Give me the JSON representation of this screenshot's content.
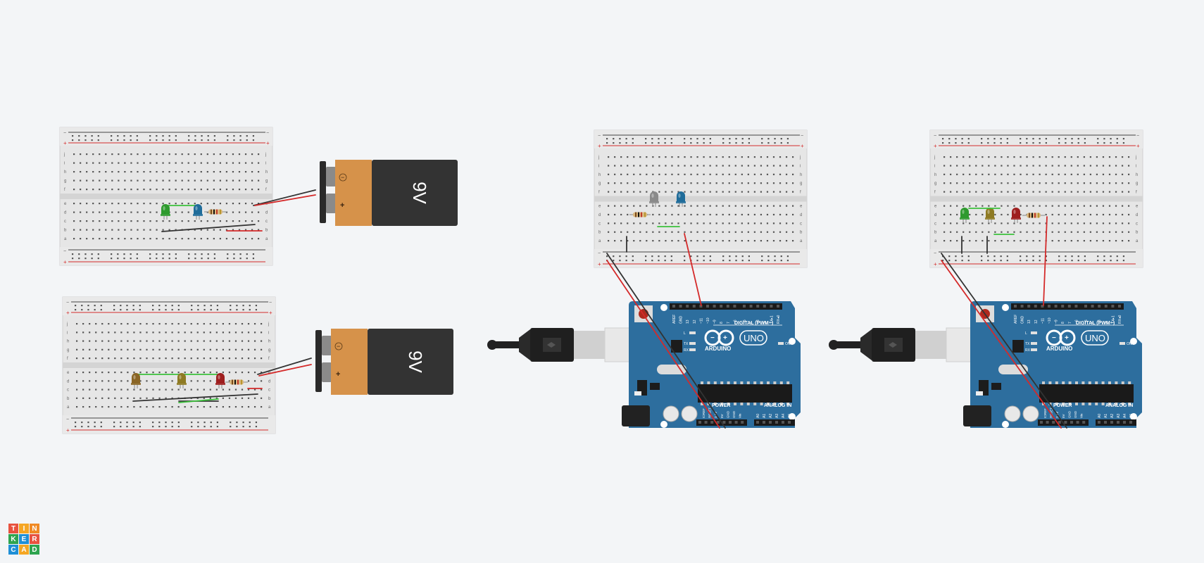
{
  "app": {
    "logo": {
      "letters": [
        "T",
        "I",
        "N",
        "K",
        "E",
        "R",
        "C",
        "A",
        "D"
      ],
      "colors": [
        "#e8523f",
        "#f5a623",
        "#f08a24",
        "#2ea44f",
        "#1f8fd6",
        "#e8523f",
        "#1f8fd6",
        "#f5a623",
        "#2ea44f"
      ]
    }
  },
  "circuits": {
    "battery_label": "9V",
    "battery_minus": "−",
    "battery_plus": "+",
    "rail_minus": "−",
    "rail_plus": "+",
    "row_letters_top": [
      "j",
      "i",
      "h",
      "g",
      "f"
    ],
    "row_letters_bottom": [
      "e",
      "d",
      "c",
      "b",
      "a"
    ],
    "arduino": {
      "brand": "ARDUINO",
      "model": "UNO",
      "digital_label": "DIGITAL (PWM~)",
      "power_label": "POWER",
      "analog_label": "ANALOG IN",
      "on_label": "ON",
      "led_labels": [
        "L",
        "TX",
        "RX"
      ],
      "header_top": [
        "AREF",
        "GND",
        "13",
        "12",
        "~11",
        "~10",
        "~9",
        "8",
        "7",
        "~6",
        "~5",
        "4",
        "~3",
        "2",
        "TX▸1",
        "RX◂0"
      ],
      "header_power": [
        "IOREF",
        "RESET",
        "3.3V",
        "5V",
        "GND",
        "GND",
        "Vin"
      ],
      "header_analog": [
        "A0",
        "A1",
        "A2",
        "A3",
        "A4",
        "A5"
      ]
    }
  },
  "colors": {
    "wire_red": "#d42a2a",
    "wire_black": "#333333",
    "wire_green": "#3cc23c",
    "board_blue": "#2d6e9e",
    "battery_orange": "#d6924a",
    "battery_dark": "#333333",
    "led_green": "#2e9a2e",
    "led_blue": "#1f6c9a",
    "led_gray": "#8a8a8a",
    "led_olive": "#8e7a23",
    "led_brown": "#8a6525",
    "led_red": "#9e1f1f"
  }
}
